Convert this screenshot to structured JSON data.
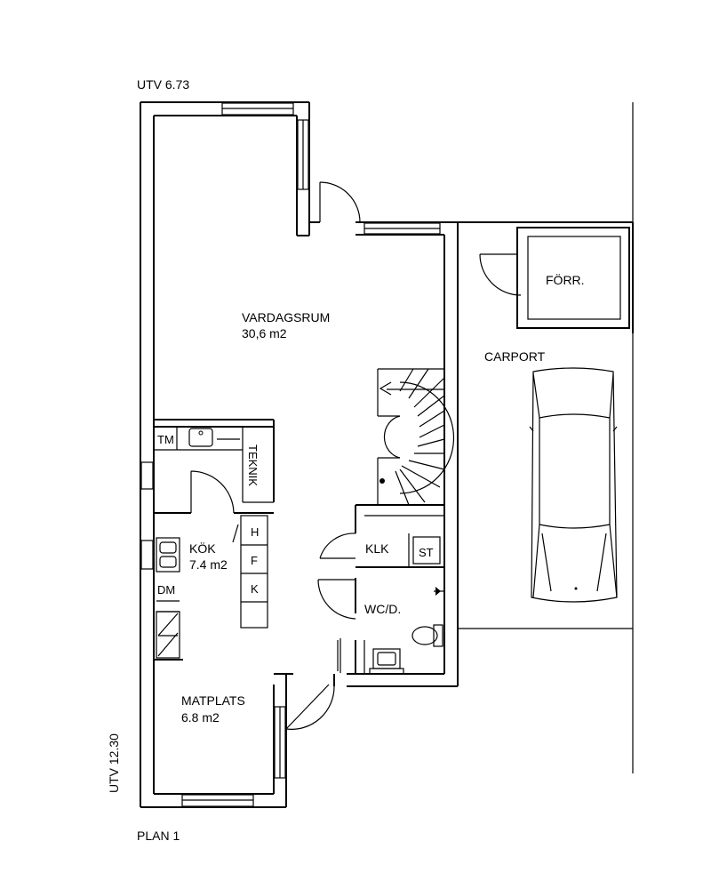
{
  "dimensions": {
    "top": "UTV 6.73",
    "side": "UTV 12.30"
  },
  "plan_title": "PLAN 1",
  "rooms": {
    "vardagsrum": {
      "name": "VARDAGSRUM",
      "area": "30,6 m2"
    },
    "kok": {
      "name": "KÖK",
      "area": "7.4 m2"
    },
    "matplats": {
      "name": "MATPLATS",
      "area": "6.8 m2"
    },
    "wc": {
      "name": "WC/D."
    },
    "klk": {
      "name": "KLK"
    },
    "forr": {
      "name": "FÖRR."
    },
    "carport": {
      "name": "CARPORT"
    }
  },
  "fixtures": {
    "tm": "TM",
    "teknik": "TEKNIK",
    "dm": "DM",
    "h": "H",
    "f": "F",
    "k": "K",
    "st": "ST"
  }
}
